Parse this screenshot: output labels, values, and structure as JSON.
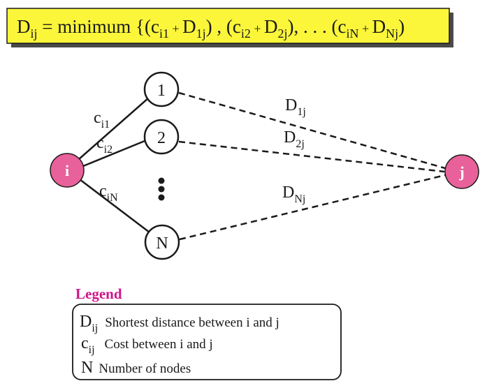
{
  "formula": {
    "lhs": {
      "base": "D",
      "sub": "ij"
    },
    "text_equals_minimum": " = minimum {(",
    "terms": [
      {
        "c": {
          "base": "c",
          "sub": "i1"
        },
        "plus": " + ",
        "d": {
          "base": "D",
          "sub": "1j"
        },
        "after": ") , ("
      },
      {
        "c": {
          "base": "c",
          "sub": "i2"
        },
        "plus": " + ",
        "d": {
          "base": "D",
          "sub": "2j"
        },
        "after": "), . . . ("
      },
      {
        "c": {
          "base": "c",
          "sub": "iN"
        },
        "plus": " + ",
        "d": {
          "base": "D",
          "sub": "Nj"
        },
        "after": ")"
      }
    ]
  },
  "nodes": {
    "source": "i",
    "target": "j",
    "intermediate": [
      "1",
      "2",
      "N"
    ]
  },
  "edge_labels": {
    "cost": [
      {
        "base": "c",
        "sub": "i1"
      },
      {
        "base": "c",
        "sub": "i2"
      },
      {
        "base": "c",
        "sub": "iN"
      }
    ],
    "distance": [
      {
        "base": "D",
        "sub": "1j"
      },
      {
        "base": "D",
        "sub": "2j"
      },
      {
        "base": "D",
        "sub": "Nj"
      }
    ]
  },
  "legend": {
    "title": "Legend",
    "items": [
      {
        "symbol": "D",
        "sub": "ij",
        "text": "Shortest distance between i and j"
      },
      {
        "symbol": "c",
        "sub": "ij",
        "text": "Cost between i and j"
      },
      {
        "symbol": "N",
        "sub": "",
        "text": "Number of nodes"
      }
    ]
  },
  "colors": {
    "formula_bg": "#fbf63a",
    "node_pink": "#e8619a",
    "legend_title": "#d0148a",
    "line": "#1a1a1a"
  }
}
